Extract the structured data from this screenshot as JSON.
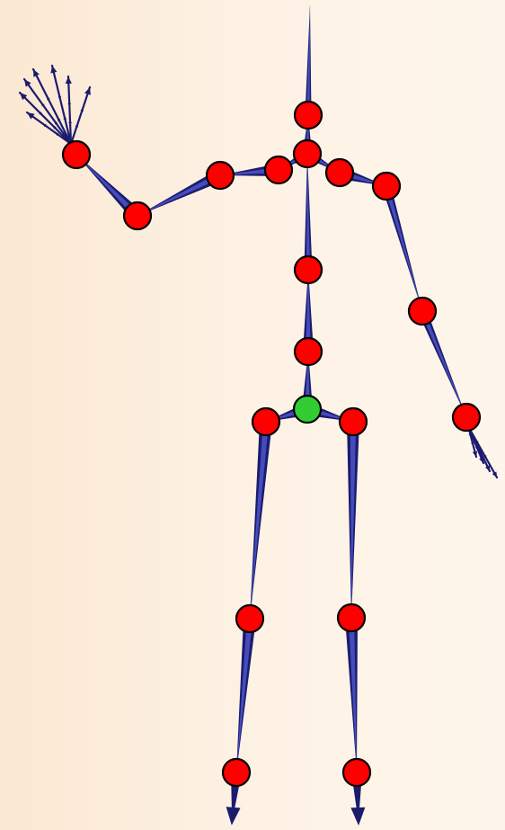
{
  "figure": {
    "background_colors": [
      "#fbe8d2",
      "#fef6ec"
    ],
    "bone_color_dark": "#1b1b6e",
    "bone_color_light": "#4c55c8",
    "joint_color": "#ff0000",
    "root_joint_color": "#33cc33",
    "joint_outline_color": "#000000",
    "joints": [
      {
        "id": "head_top",
        "type": "end"
      },
      {
        "id": "head",
        "type": "joint"
      },
      {
        "id": "neck",
        "type": "joint"
      },
      {
        "id": "right_collar",
        "type": "joint"
      },
      {
        "id": "right_shoulder",
        "type": "joint"
      },
      {
        "id": "right_elbow",
        "type": "joint"
      },
      {
        "id": "right_wrist",
        "type": "joint"
      },
      {
        "id": "left_collar",
        "type": "joint"
      },
      {
        "id": "left_shoulder",
        "type": "joint"
      },
      {
        "id": "left_elbow",
        "type": "joint"
      },
      {
        "id": "left_wrist",
        "type": "joint"
      },
      {
        "id": "spine_upper",
        "type": "joint"
      },
      {
        "id": "spine_lower",
        "type": "joint"
      },
      {
        "id": "pelvis_root",
        "type": "root"
      },
      {
        "id": "right_hip",
        "type": "joint"
      },
      {
        "id": "right_knee",
        "type": "joint"
      },
      {
        "id": "right_ankle",
        "type": "joint"
      },
      {
        "id": "left_hip",
        "type": "joint"
      },
      {
        "id": "left_knee",
        "type": "joint"
      },
      {
        "id": "left_ankle",
        "type": "joint"
      }
    ],
    "bones": [
      [
        "head",
        "head_top"
      ],
      [
        "neck",
        "head"
      ],
      [
        "neck",
        "right_collar"
      ],
      [
        "right_collar",
        "right_shoulder"
      ],
      [
        "right_shoulder",
        "right_elbow"
      ],
      [
        "right_elbow",
        "right_wrist"
      ],
      [
        "neck",
        "left_collar"
      ],
      [
        "left_collar",
        "left_shoulder"
      ],
      [
        "left_shoulder",
        "left_elbow"
      ],
      [
        "left_elbow",
        "left_wrist"
      ],
      [
        "spine_upper",
        "neck"
      ],
      [
        "spine_lower",
        "spine_upper"
      ],
      [
        "pelvis_root",
        "spine_lower"
      ],
      [
        "pelvis_root",
        "right_hip"
      ],
      [
        "right_hip",
        "right_knee"
      ],
      [
        "right_knee",
        "right_ankle"
      ],
      [
        "pelvis_root",
        "left_hip"
      ],
      [
        "left_hip",
        "left_knee"
      ],
      [
        "left_knee",
        "left_ankle"
      ]
    ]
  }
}
